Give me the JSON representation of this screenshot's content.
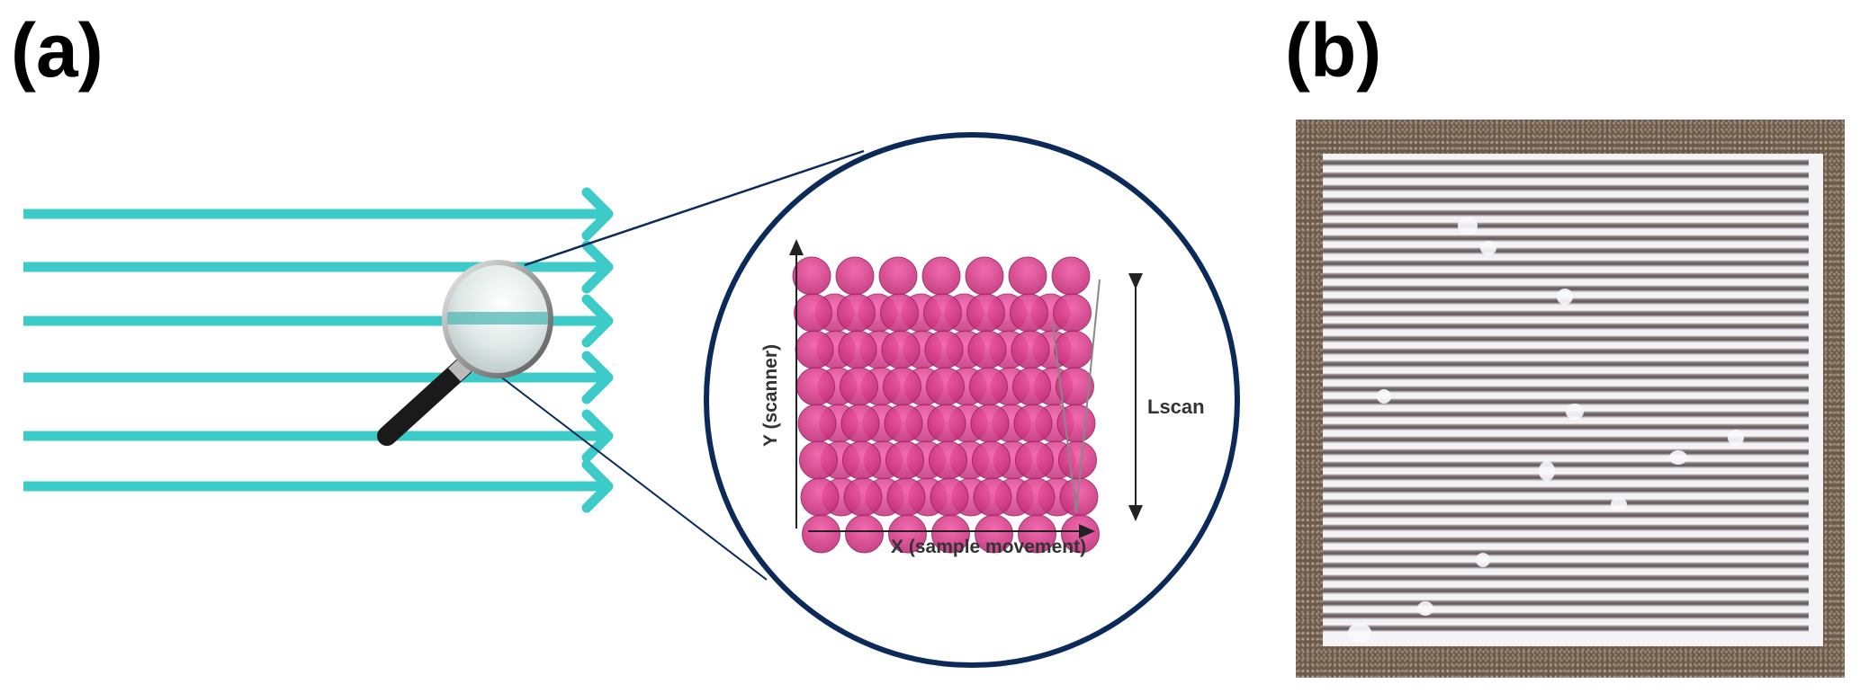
{
  "panels": {
    "a": {
      "label": "(a)",
      "scan_lines": {
        "count": 6,
        "color": "#3ccbc8"
      },
      "magnifier": {
        "icon": "magnifying-glass-icon"
      },
      "zoom_circle": {
        "border_color": "#0b2a5a",
        "grid": {
          "rows": 8,
          "cols": 7,
          "spot_color": "#e0408e"
        },
        "y_axis_label": "Y (scanner)",
        "x_axis_label": "X (sample movement)",
        "scan_length_label": "Lscan"
      }
    },
    "b": {
      "label": "(b)",
      "photo_description": "Laser-scanned square region with horizontal white scan lines on brown substrate"
    }
  }
}
